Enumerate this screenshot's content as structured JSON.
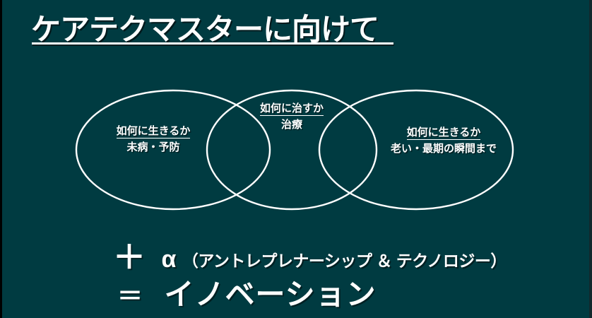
{
  "slide": {
    "background_color": "#003b41",
    "text_color": "#ffffff",
    "title": "ケアテクマスターに向けて"
  },
  "venn": {
    "circles": [
      {
        "id": "left",
        "heading": "如何に生きるか",
        "subtext": "未病・予防"
      },
      {
        "id": "middle",
        "heading": "如何に治すか",
        "subtext": "治療"
      },
      {
        "id": "right",
        "heading": "如何に生きるか",
        "subtext": "老い・最期の瞬間まで"
      }
    ]
  },
  "equations": {
    "plus_symbol": "＋",
    "alpha_symbol": "α",
    "alpha_detail": "（アントレプレナーシップ ＆ テクノロジー）",
    "equals_symbol": "＝",
    "result": "イノベーション"
  }
}
